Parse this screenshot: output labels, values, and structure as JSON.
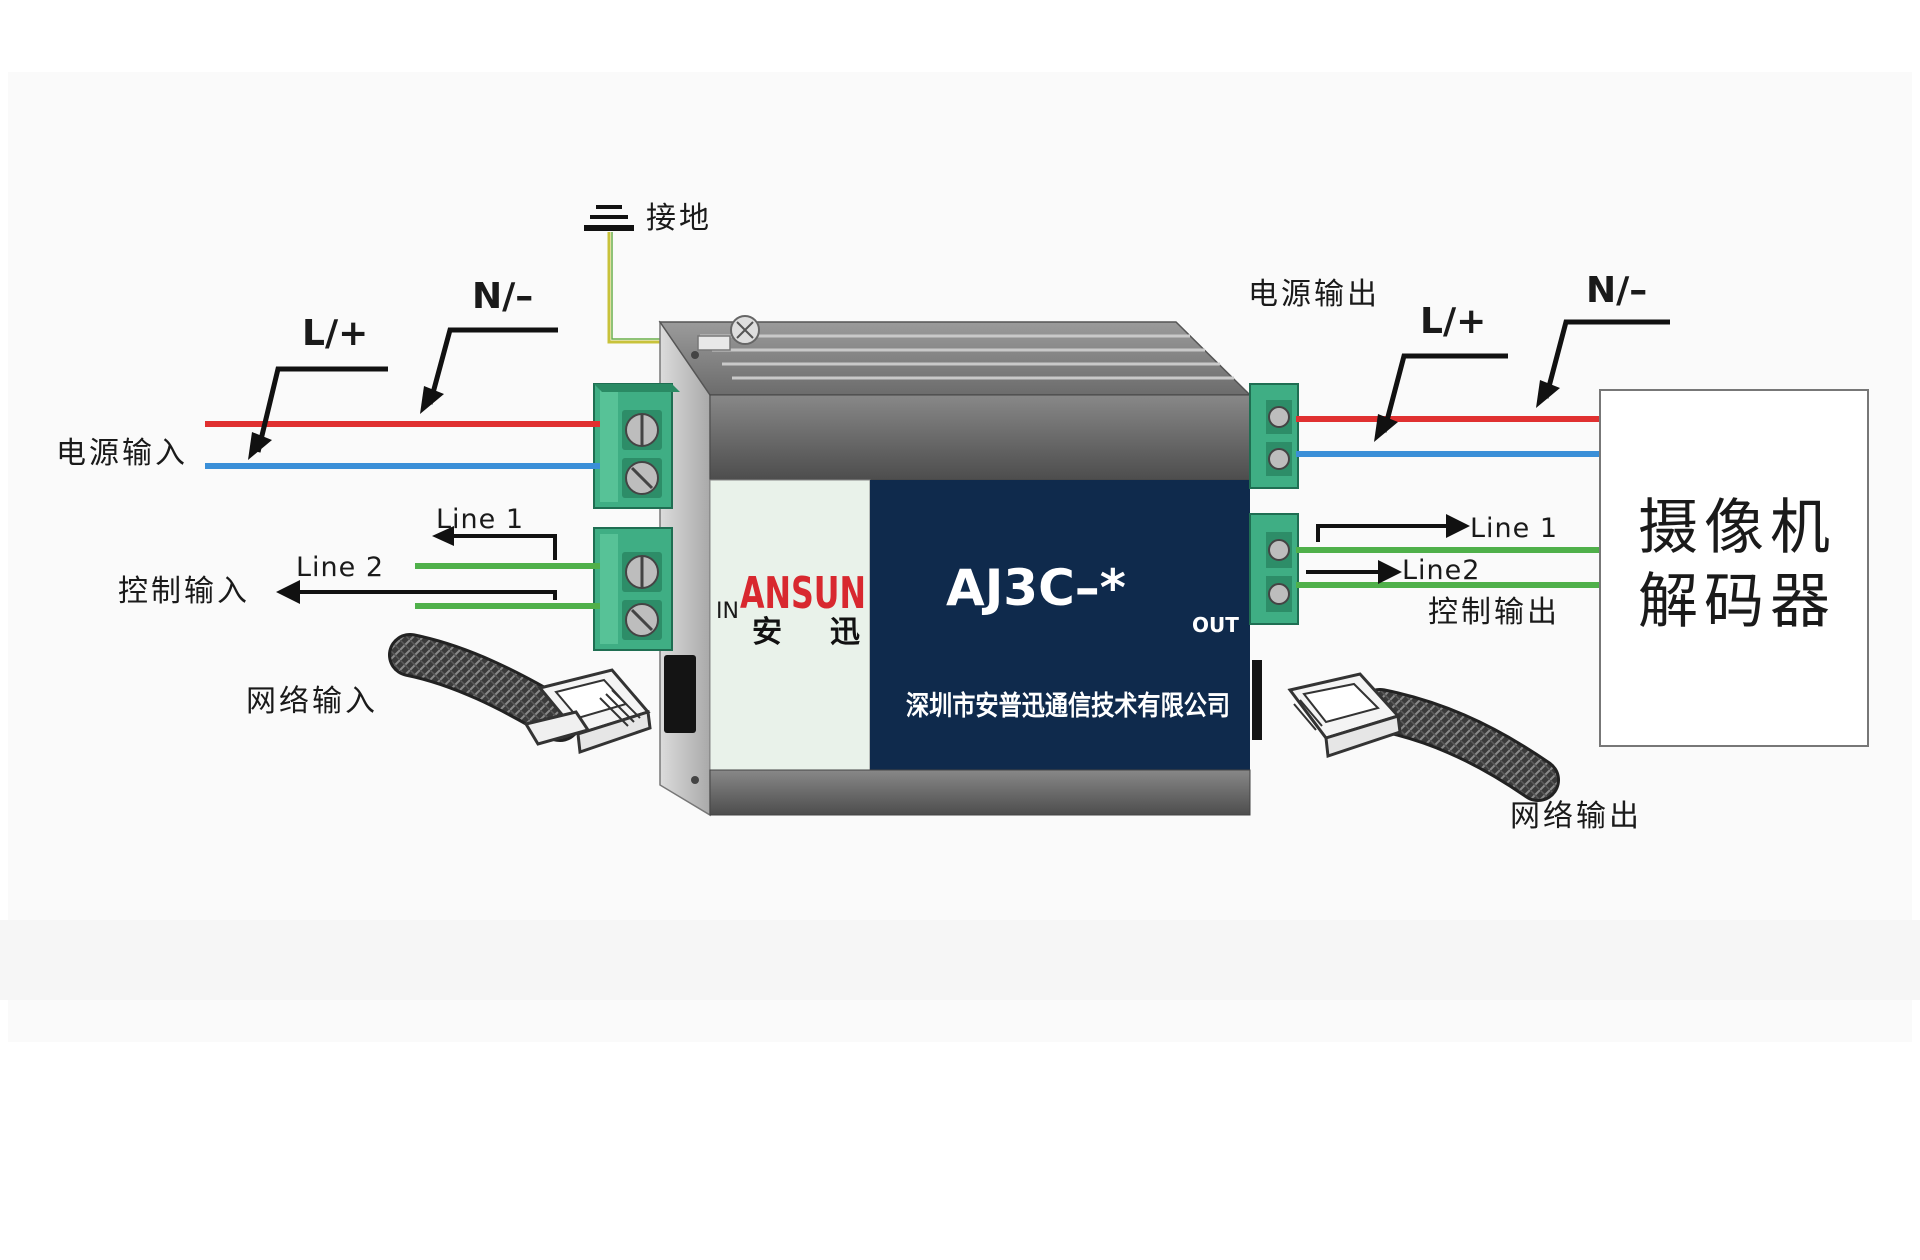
{
  "ground": {
    "label": "接地"
  },
  "power_in": {
    "label": "电源输入",
    "l_label": "L/+",
    "n_label": "N/–"
  },
  "power_out": {
    "label": "电源输出",
    "l_label": "L/+",
    "n_label": "N/–"
  },
  "control_in": {
    "label": "控制输入",
    "line1": "Line 1",
    "line2": "Line 2"
  },
  "control_out": {
    "label": "控制输出",
    "line1": "Line 1",
    "line2": "Line2"
  },
  "network_in": {
    "label": "网络输入"
  },
  "network_out": {
    "label": "网络输出"
  },
  "device": {
    "brand": "ANSUN",
    "brand_cn_1": "安",
    "brand_cn_2": "迅",
    "model": "AJ3C–*",
    "in_label": "IN",
    "out_label": "OUT",
    "company": "深圳市安普迅通信技术有限公司"
  },
  "camera": {
    "line1": "摄像机",
    "line2": "解码器"
  },
  "colors": {
    "l_wire": "#e03030",
    "n_wire": "#3a8fd8",
    "signal_wire": "#4fb04a",
    "ground_wire": "#c8c23a",
    "terminal": "#3fae84",
    "panel_navy": "#0f2a4c",
    "brand_red": "#d8282f",
    "brand_blue": "#1e5fb4"
  }
}
